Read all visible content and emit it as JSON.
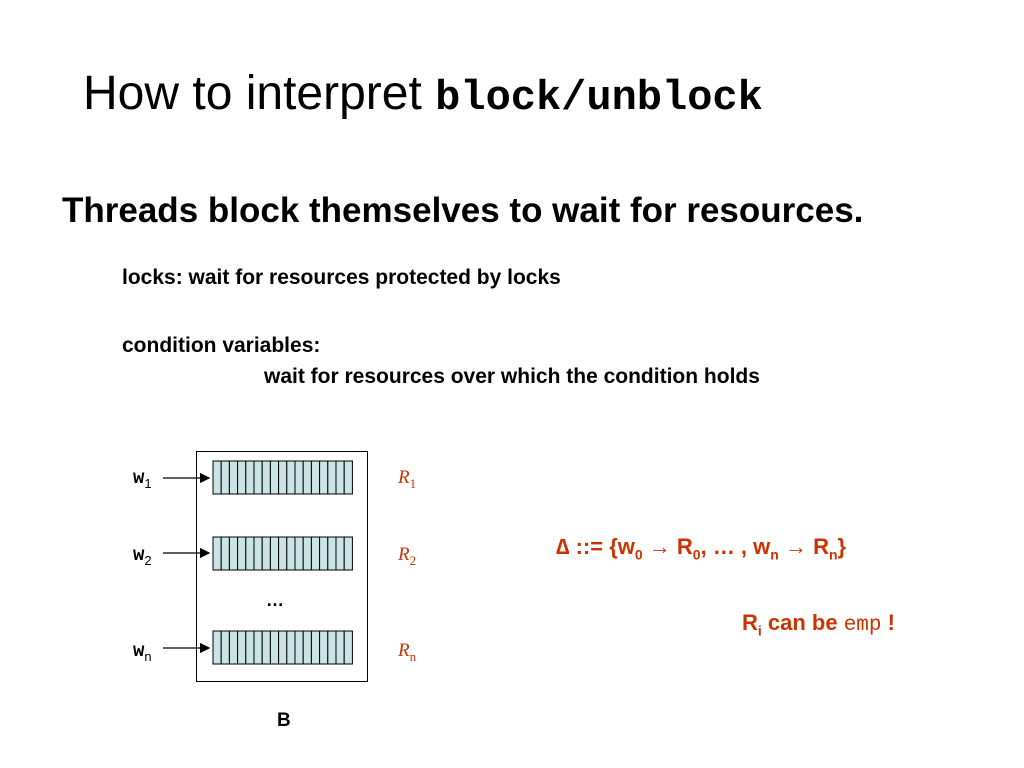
{
  "title": {
    "text": "How to interpret ",
    "code": "block/unblock"
  },
  "heading": "Threads block themselves to wait for resources.",
  "bullets": {
    "locks": "locks: wait for resources protected by locks",
    "condvar": "condition variables:",
    "condvar_detail": "wait for resources over which the condition holds"
  },
  "diagram": {
    "threads": [
      {
        "label": "w",
        "sub": "1",
        "resource": "R",
        "rsub": "1"
      },
      {
        "label": "w",
        "sub": "2",
        "resource": "R",
        "rsub": "2"
      },
      {
        "label": "w",
        "sub": "n",
        "resource": "R",
        "rsub": "n"
      }
    ],
    "ellipsis": "…",
    "box_label": "B",
    "queue_cells": 17,
    "colors": {
      "cell_fill": "#c8e4e4",
      "accent": "#cc3300"
    }
  },
  "formula": {
    "delta": "∆",
    "assign": " ::= {w",
    "s0": "0",
    "arrow1": " → R",
    "s1": "0",
    "mid": ", … , w",
    "s2": "n",
    "arrow2": " → R",
    "s3": "n",
    "close": "}"
  },
  "note": {
    "r": "R",
    "sub": "i",
    "text": " can be ",
    "code": "emp",
    "bang": " !"
  }
}
